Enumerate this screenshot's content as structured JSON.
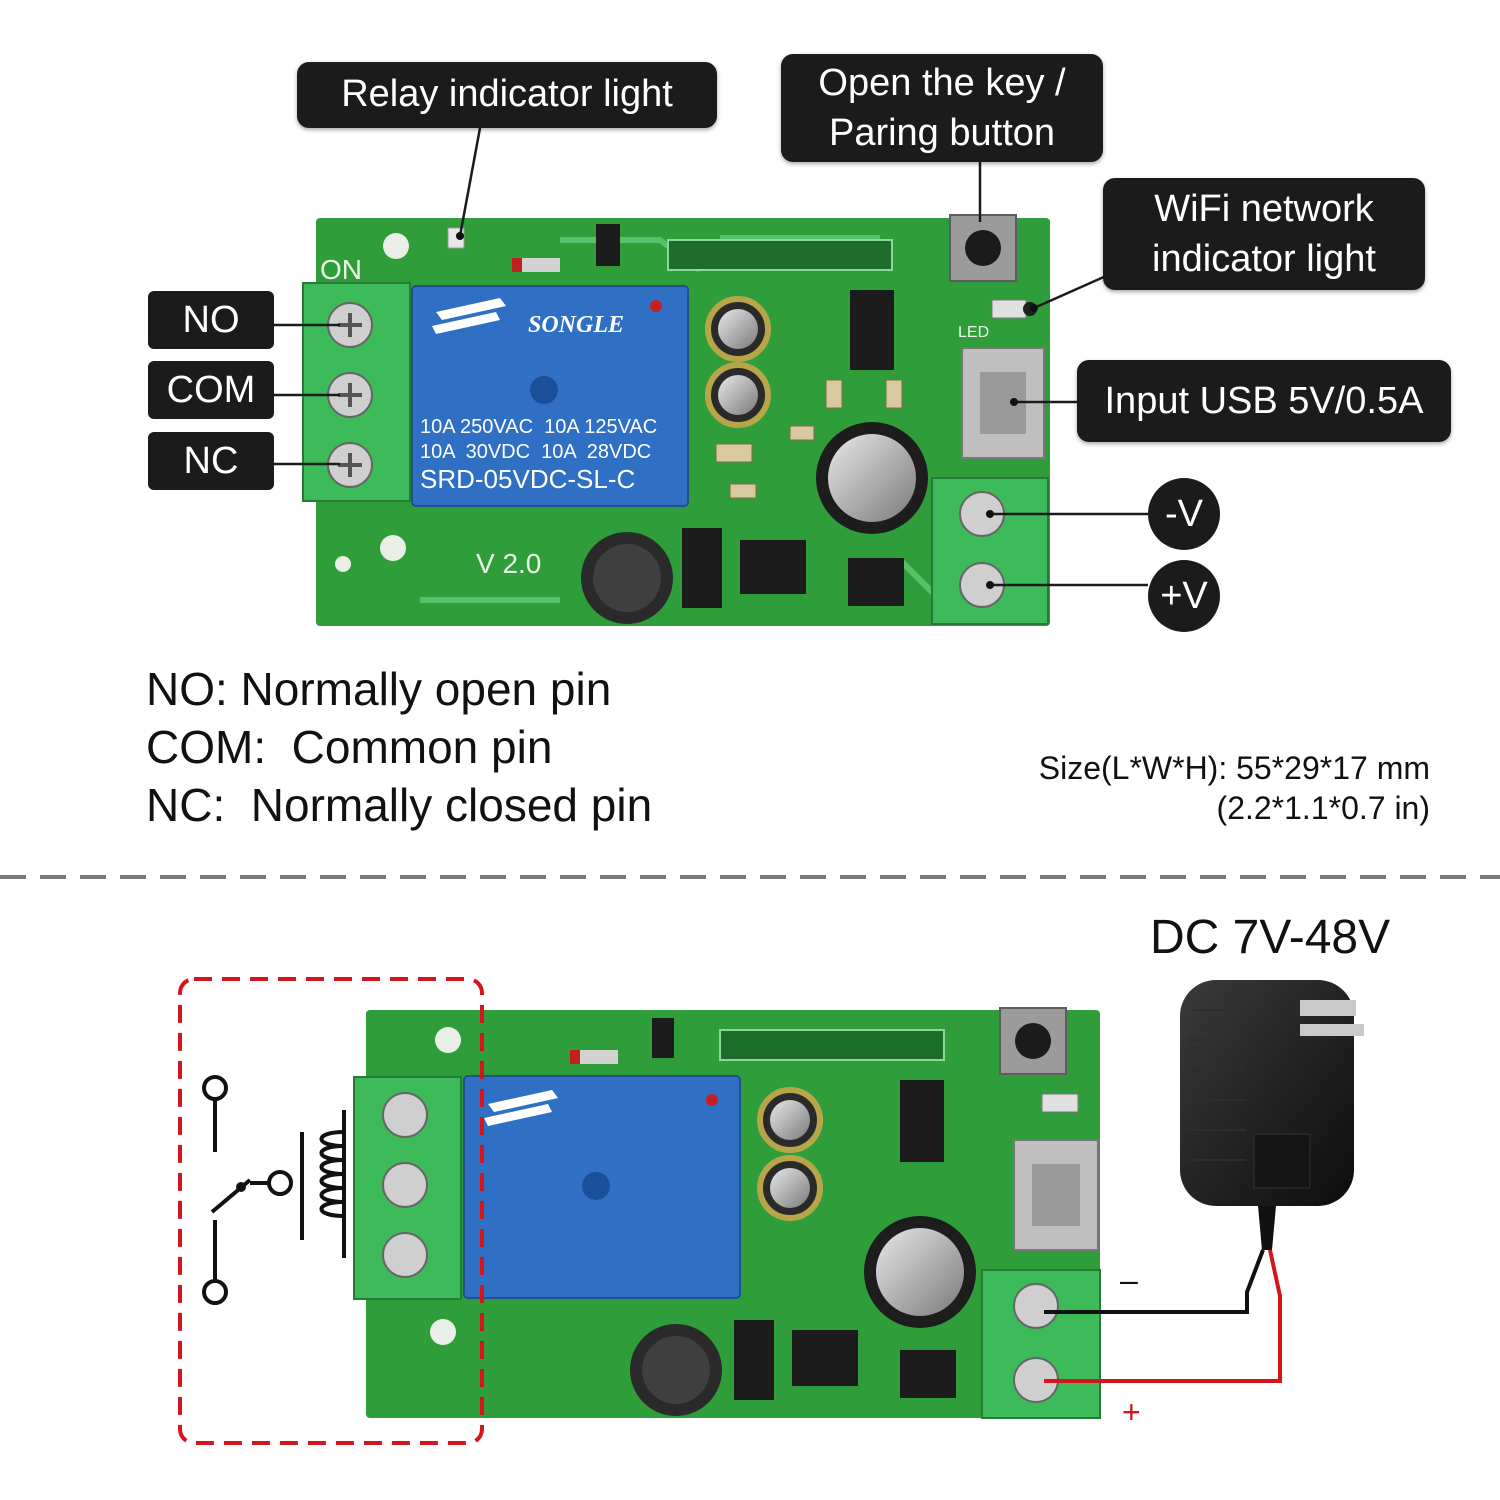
{
  "top_board": {
    "callouts": {
      "relay_indicator": "Relay indicator light",
      "pairing_line1": "Open the key /",
      "pairing_line2": "Paring button",
      "wifi_line1": "WiFi network",
      "wifi_line2": "indicator light",
      "usb_input": "Input USB 5V/0.5A"
    },
    "pins": {
      "no": "NO",
      "com": "COM",
      "nc": "NC"
    },
    "power": {
      "minus": "-V",
      "plus": "+V"
    },
    "board_text": {
      "on": "ON",
      "version": "V 2.0",
      "relay_brand": "SONGLE",
      "relay_line1": "10A 250VAC  10A 125VAC",
      "relay_line2": "10A  30VDC  10A  28VDC",
      "relay_model": "SRD-05VDC-SL-C",
      "led_label": "LED"
    }
  },
  "legend": {
    "no": "NO: Normally open pin",
    "com": "COM:  Common pin",
    "nc": "NC:  Normally closed pin"
  },
  "size": {
    "metric": "Size(L*W*H): 55*29*17 mm",
    "imperial": "(2.2*1.1*0.7 in)"
  },
  "bottom_board": {
    "supply_label": "DC 7V-48V",
    "minus_sign": "–",
    "plus_sign": "+"
  },
  "colors": {
    "pcb_green": "#2f9e3a",
    "terminal_green": "#3dbb5a",
    "relay_blue": "#2f6fc4",
    "callout_bg": "#1b1b1b",
    "wire_red": "#d4151c",
    "wire_black": "#111111",
    "dashed_red": "#d4151c"
  }
}
